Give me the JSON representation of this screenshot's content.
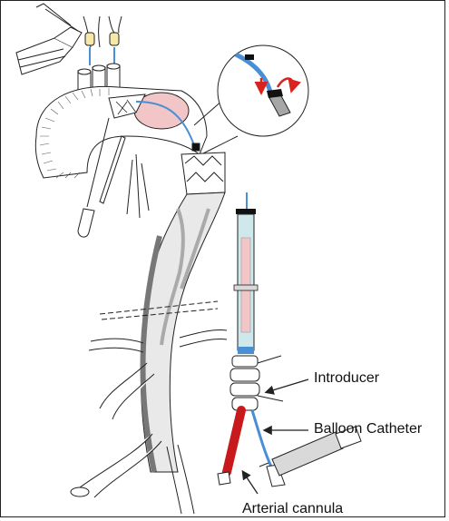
{
  "figure": {
    "labels": {
      "introducer": "Introducer",
      "balloon_catheter": "Balloon Catheter",
      "arterial_cannula": "Arterial cannula"
    }
  },
  "colors": {
    "outline": "#222222",
    "catheter_blue": "#4a8fd4",
    "cannula_red": "#c8191c",
    "pink_fill": "#f2c6c6",
    "gray_fill": "#a7a7a7",
    "light_gray": "#d9d9d9",
    "teal_tube": "#cfe8ec",
    "arrow_red": "#d9231f",
    "hub_gray": "#8a8a8a"
  }
}
